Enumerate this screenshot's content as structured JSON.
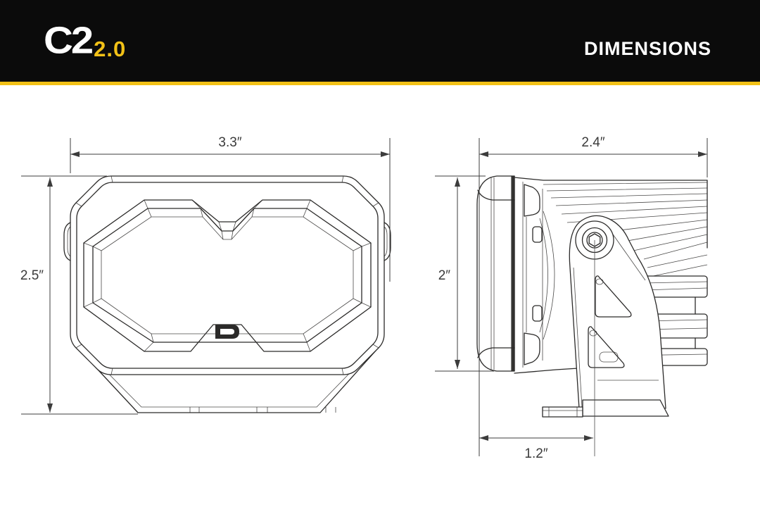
{
  "header": {
    "brand_model": "C2",
    "brand_version": "2.0",
    "page_title": "DIMENSIONS",
    "bar_color": "#0b0b0b",
    "accent_color": "#f2c117"
  },
  "front_view": {
    "width_label": "3.3″",
    "height_label": "2.5″"
  },
  "side_view": {
    "depth_label": "2.4″",
    "height_label": "2″",
    "mount_offset_label": "1.2″"
  },
  "drawing": {
    "line_color": "#2b2a29",
    "dimension_color": "#3c3c3c"
  }
}
